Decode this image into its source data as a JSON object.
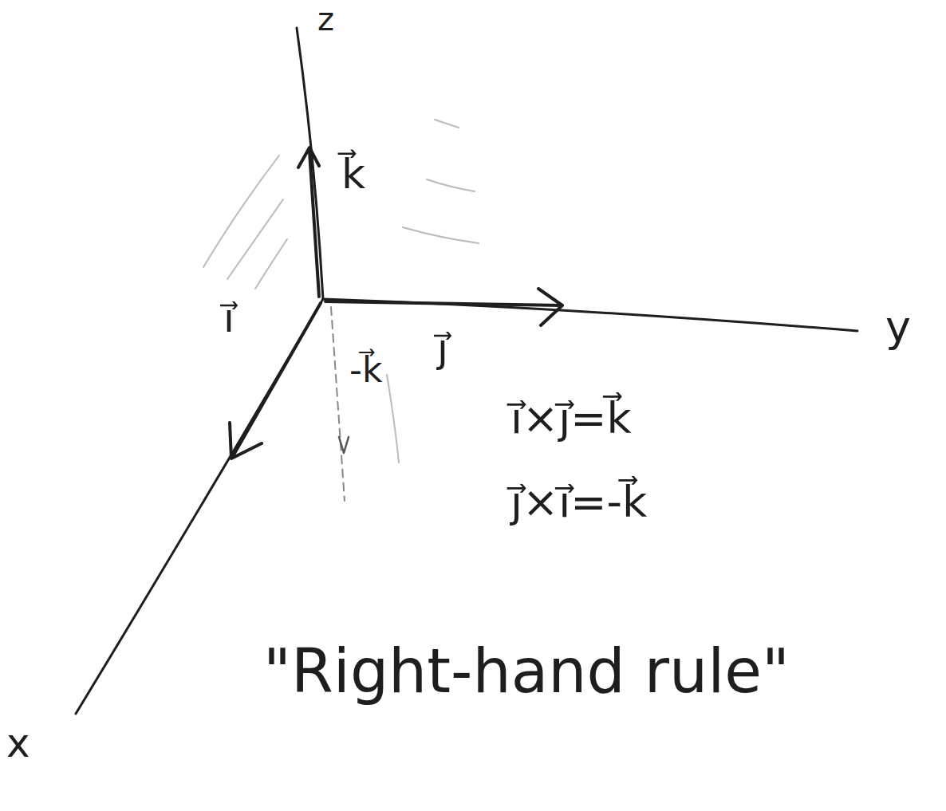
{
  "diagram": {
    "labels": [
      "z",
      "k⃗",
      "i⃗",
      "-k⃗",
      "j⃗",
      "y",
      "i⃗×j⃗=k⃗",
      "j⃗×i⃗=-k⃗",
      "x",
      "\"Right-hand rule\""
    ]
  }
}
